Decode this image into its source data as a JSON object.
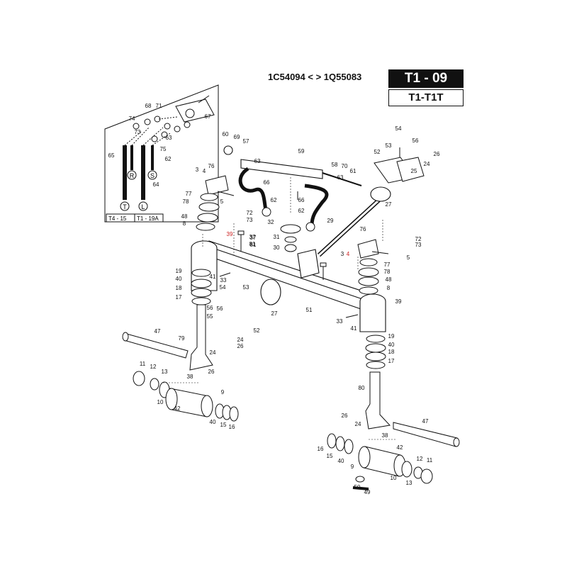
{
  "header": {
    "serial_range": "1C54094 < > 1Q55083",
    "page_code": "T1 - 09",
    "model": "T1-T1T"
  },
  "inset": {
    "connector_T": "T",
    "connector_L": "L",
    "connector_R": "R",
    "connector_S": "S",
    "ref_T4": "T4 - 15",
    "ref_T1": "T1 - 19A"
  },
  "colors": {
    "ink": "#111111",
    "highlight": "#cc2222"
  },
  "part_labels": [
    "68",
    "71",
    "74",
    "67",
    "73",
    "75",
    "65",
    "63",
    "62",
    "64",
    "60",
    "69",
    "57",
    "59",
    "63",
    "66",
    "58",
    "70",
    "61",
    "62",
    "66",
    "62",
    "63",
    "54",
    "56",
    "53",
    "26",
    "52",
    "24",
    "25",
    "3",
    "4",
    "76",
    "77",
    "78",
    "5",
    "48",
    "8",
    "72",
    "73",
    "39",
    "37",
    "81",
    "32",
    "31",
    "30",
    "29",
    "27",
    "76",
    "72",
    "73",
    "3",
    "4",
    "5",
    "77",
    "78",
    "48",
    "8",
    "19",
    "40",
    "18",
    "17",
    "41",
    "33",
    "54",
    "53",
    "56",
    "37",
    "81",
    "27",
    "51",
    "39",
    "56",
    "55",
    "52",
    "24",
    "26",
    "33",
    "41",
    "47",
    "79",
    "24",
    "26",
    "11",
    "12",
    "13",
    "38",
    "10",
    "42",
    "9",
    "40",
    "15",
    "16",
    "19",
    "40",
    "18",
    "17",
    "80",
    "26",
    "24",
    "47",
    "38",
    "16",
    "15",
    "40",
    "9",
    "42",
    "12",
    "11",
    "10",
    "13",
    "50",
    "49"
  ]
}
